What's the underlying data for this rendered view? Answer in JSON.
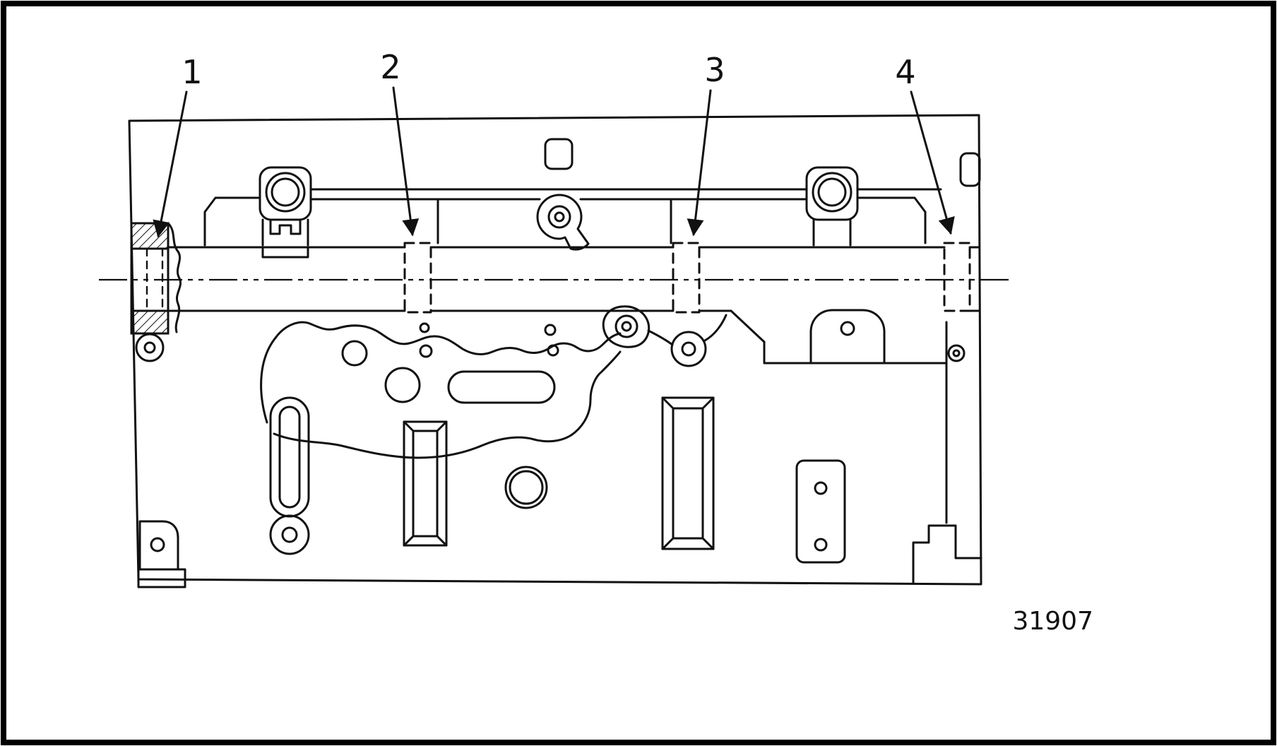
{
  "figure": {
    "figure_number": "31907",
    "callouts": [
      {
        "label": "1"
      },
      {
        "label": "2"
      },
      {
        "label": "3"
      },
      {
        "label": "4"
      }
    ],
    "colors": {
      "line": "#111111",
      "background": "#ffffff"
    }
  }
}
